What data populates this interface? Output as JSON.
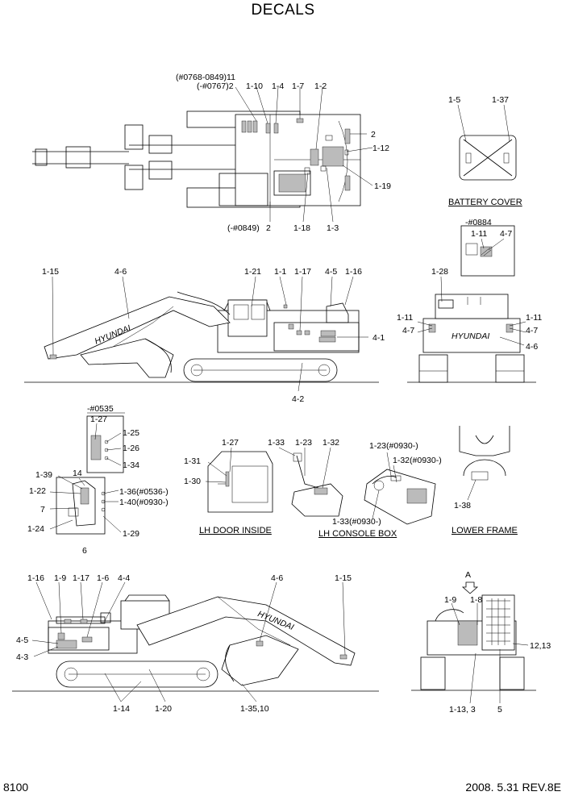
{
  "title": "DECALS",
  "page_number": "8100",
  "revision": "2008. 5.31 REV.8E",
  "captions": {
    "battery_cover": "BATTERY COVER",
    "lh_door_inside": "LH DOOR INSIDE",
    "lh_console_box": "LH CONSOLE BOX",
    "lower_frame": "LOWER FRAME"
  },
  "brand_text": "HYUNDAI",
  "callouts": [
    {
      "id": "c01",
      "text": "(#0768-0849)11"
    },
    {
      "id": "c02",
      "text": "(-#0767)2"
    },
    {
      "id": "c03",
      "text": "1-10"
    },
    {
      "id": "c04",
      "text": "1-4"
    },
    {
      "id": "c05",
      "text": "1-7"
    },
    {
      "id": "c06",
      "text": "1-2"
    },
    {
      "id": "c07",
      "text": "2"
    },
    {
      "id": "c08",
      "text": "1-12"
    },
    {
      "id": "c09",
      "text": "1-19"
    },
    {
      "id": "c10",
      "text": "(-#0849)"
    },
    {
      "id": "c11",
      "text": "2"
    },
    {
      "id": "c12",
      "text": "1-18"
    },
    {
      "id": "c13",
      "text": "1-3"
    },
    {
      "id": "c14",
      "text": "1-5"
    },
    {
      "id": "c15",
      "text": "1-37"
    },
    {
      "id": "c16",
      "text": "-#0884"
    },
    {
      "id": "c17",
      "text": "1-11"
    },
    {
      "id": "c18",
      "text": "4-7"
    },
    {
      "id": "c19",
      "text": "1-28"
    },
    {
      "id": "c20",
      "text": "1-11"
    },
    {
      "id": "c21",
      "text": "1-11"
    },
    {
      "id": "c22",
      "text": "4-7"
    },
    {
      "id": "c23",
      "text": "4-7"
    },
    {
      "id": "c24",
      "text": "4-6"
    },
    {
      "id": "c25",
      "text": "1-15"
    },
    {
      "id": "c26",
      "text": "4-6"
    },
    {
      "id": "c27",
      "text": "1-21"
    },
    {
      "id": "c28",
      "text": "1-1"
    },
    {
      "id": "c29",
      "text": "1-17"
    },
    {
      "id": "c30",
      "text": "4-5"
    },
    {
      "id": "c31",
      "text": "1-16"
    },
    {
      "id": "c32",
      "text": "4-1"
    },
    {
      "id": "c33",
      "text": "4-2"
    },
    {
      "id": "c34",
      "text": "-#0535"
    },
    {
      "id": "c35",
      "text": "1-27"
    },
    {
      "id": "c36",
      "text": "1-25"
    },
    {
      "id": "c37",
      "text": "1-26"
    },
    {
      "id": "c38",
      "text": "1-34"
    },
    {
      "id": "c39",
      "text": "1-39"
    },
    {
      "id": "c40",
      "text": "14"
    },
    {
      "id": "c41",
      "text": "1-22"
    },
    {
      "id": "c42",
      "text": "7"
    },
    {
      "id": "c43",
      "text": "1-24"
    },
    {
      "id": "c44",
      "text": "1-36(#0536-)"
    },
    {
      "id": "c45",
      "text": "1-40(#0930-)"
    },
    {
      "id": "c46",
      "text": "1-29"
    },
    {
      "id": "c47",
      "text": "6"
    },
    {
      "id": "c48",
      "text": "1-27"
    },
    {
      "id": "c49",
      "text": "1-31"
    },
    {
      "id": "c50",
      "text": "1-30"
    },
    {
      "id": "c51",
      "text": "1-33"
    },
    {
      "id": "c52",
      "text": "1-23"
    },
    {
      "id": "c53",
      "text": "1-32"
    },
    {
      "id": "c54",
      "text": "1-23(#0930-)"
    },
    {
      "id": "c55",
      "text": "1-32(#0930-)"
    },
    {
      "id": "c56",
      "text": "1-33(#0930-)"
    },
    {
      "id": "c57",
      "text": "1-38"
    },
    {
      "id": "c58",
      "text": "1-16"
    },
    {
      "id": "c59",
      "text": "1-9"
    },
    {
      "id": "c60",
      "text": "1-17"
    },
    {
      "id": "c61",
      "text": "1-6"
    },
    {
      "id": "c62",
      "text": "4-4"
    },
    {
      "id": "c63",
      "text": "4-6"
    },
    {
      "id": "c64",
      "text": "1-15"
    },
    {
      "id": "c65",
      "text": "4-5"
    },
    {
      "id": "c66",
      "text": "4-3"
    },
    {
      "id": "c67",
      "text": "1-14"
    },
    {
      "id": "c68",
      "text": "1-20"
    },
    {
      "id": "c69",
      "text": "1-35,10"
    },
    {
      "id": "c70",
      "text": "A"
    },
    {
      "id": "c71",
      "text": "1-9"
    },
    {
      "id": "c72",
      "text": "1-8"
    },
    {
      "id": "c73",
      "text": "12,13"
    },
    {
      "id": "c74",
      "text": "1-13, 3"
    },
    {
      "id": "c75",
      "text": "5"
    }
  ]
}
